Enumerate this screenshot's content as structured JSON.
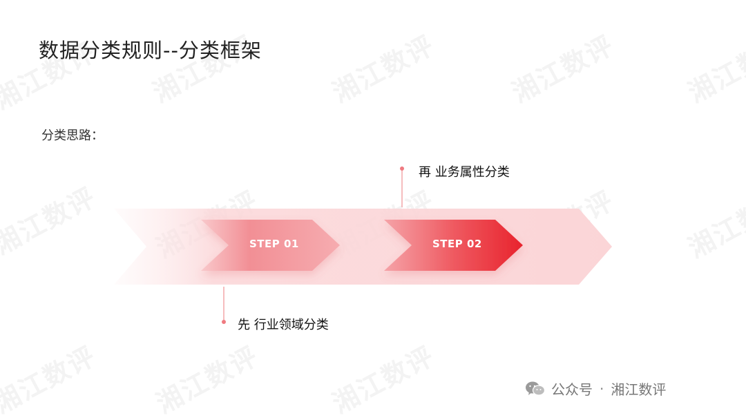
{
  "slide": {
    "title": "数据分类规则--分类框架",
    "subtitle": "分类思路：",
    "steps": [
      {
        "label": "STEP 01"
      },
      {
        "label": "STEP 02"
      }
    ],
    "annotations": {
      "top": "再 业务属性分类",
      "bottom": "先 行业领域分类"
    },
    "watermark_text": "湘江数评",
    "colors": {
      "accent": "#e8333b",
      "accent_light": "#f3a0a4",
      "band": "#fbe0e1"
    }
  },
  "footer": {
    "icon": "wechat-icon",
    "prefix": "公众号",
    "separator": "·",
    "account": "湘江数评"
  }
}
